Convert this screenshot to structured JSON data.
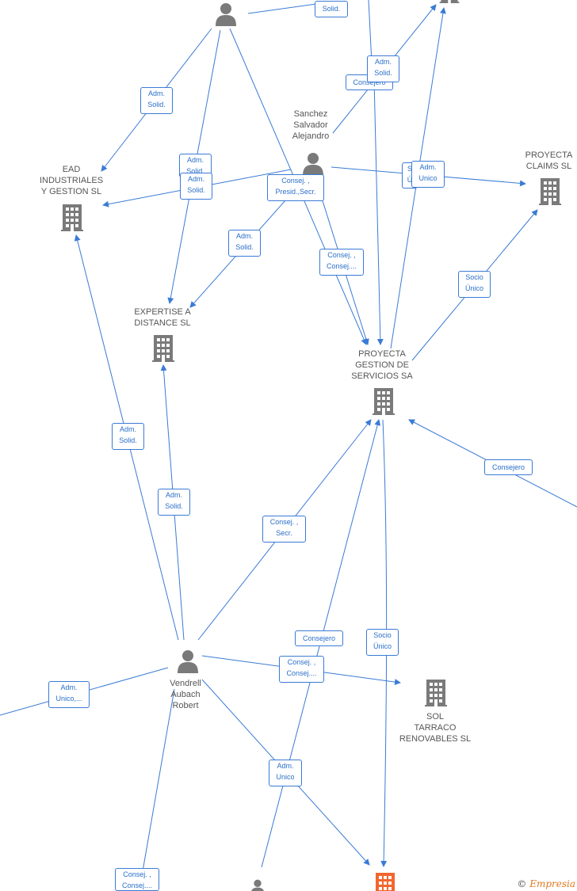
{
  "colors": {
    "edge": "#3a7bd5",
    "label_border": "#3a7bd5",
    "company_icon": "#7a7a7a",
    "company_highlight": "#f2662f",
    "person_icon": "#7a7a7a"
  },
  "nodes": {
    "ead": "EAD\nINDUSTRIALES\nY GESTION  SL",
    "proyecta_claims": "PROYECTA\nCLAIMS  SL",
    "expertise": "EXPERTISE A\nDISTANCE  SL",
    "proyecta_gestion": "PROYECTA\nGESTION DE\nSERVICIOS SA",
    "sol_tarraco": "SOL\nTARRACO\nRENOVABLES SL",
    "sanchez": "Sanchez\nSalvador\nAlejandro",
    "vendrell": "Vendrell\nAubach\nRobert"
  },
  "edge_labels": {
    "e1": "Solid.",
    "e2": "Consejero",
    "e3": "Adm.\nSolid.",
    "e4": "Adm.\nSolid.",
    "e5": "Adm.\nSolid.",
    "e6": "Adm.\nSolid.",
    "e7": "Consej. ,\nPresid.,Secr.",
    "e8": "S\nÚ",
    "e9": "Adm.\nUnico",
    "e10": "Adm.\nSolid.",
    "e11": "Consej. ,\nConsej....",
    "e12": "Socio\nÚnico",
    "e13": "Adm.\nSolid.",
    "e14": "Adm.\nSolid.",
    "e15": "Consej. ,\nSecr.",
    "e16": "Consejero",
    "e17": "Consejero",
    "e18": "Socio\nÚnico",
    "e19": "Consej. ,\nConsej....",
    "e20": "Adm.\nUnico,...",
    "e21": "Adm.\nUnico",
    "e22": "Consej. ,\nConsej...."
  },
  "footer": {
    "copyright_symbol": "©",
    "brand": "Empresia"
  }
}
